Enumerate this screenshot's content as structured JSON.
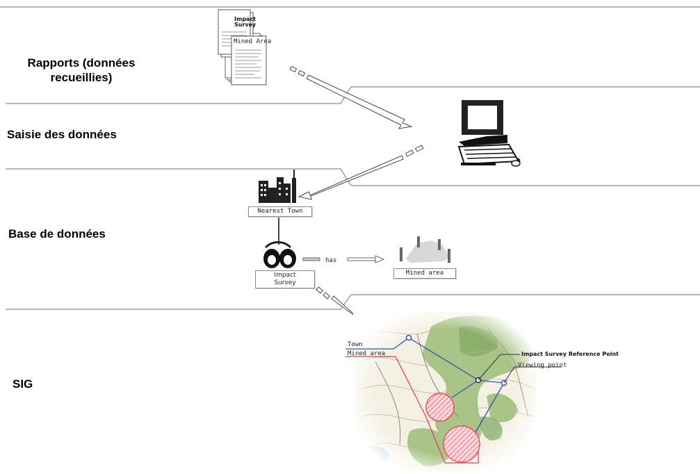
{
  "stages": {
    "rapports": "Rapports (données recueillies)",
    "saisie": "Saisie des données",
    "base": "Base de données",
    "sig": "SIG"
  },
  "documents": {
    "front_title": "Impact Survey",
    "back_title": "Mined Area"
  },
  "database": {
    "town_label": "Nearest Town",
    "impact_label": "Impact Survey",
    "relation_label": "has",
    "mined_label": "Mined area"
  },
  "map": {
    "legend_town": "Town",
    "legend_mined": "Mined area",
    "reference_point_label": "Impact Survey Reference Point",
    "viewing_point_label": "Viewing point",
    "colors": {
      "town_line": "#2a52b8",
      "mined_line": "#e83a4a"
    }
  }
}
